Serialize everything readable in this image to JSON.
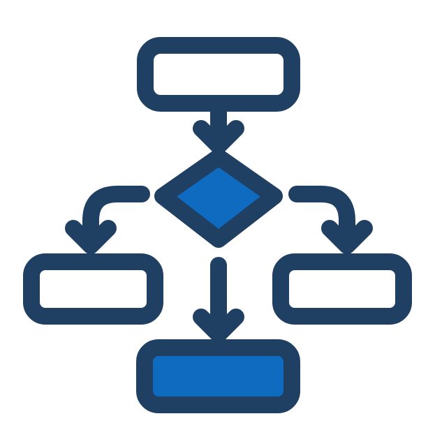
{
  "icon": {
    "name": "flowchart-icon",
    "stroke_color": "#1F3F63",
    "fill_white": "#FFFFFF",
    "fill_blue": "#0E6BC0",
    "nodes": [
      {
        "id": "top-process",
        "shape": "rect",
        "fill": "white"
      },
      {
        "id": "decision",
        "shape": "diamond",
        "fill": "blue"
      },
      {
        "id": "left-process",
        "shape": "rect",
        "fill": "white"
      },
      {
        "id": "right-process",
        "shape": "rect",
        "fill": "white"
      },
      {
        "id": "bottom-process",
        "shape": "rect",
        "fill": "blue"
      }
    ]
  }
}
